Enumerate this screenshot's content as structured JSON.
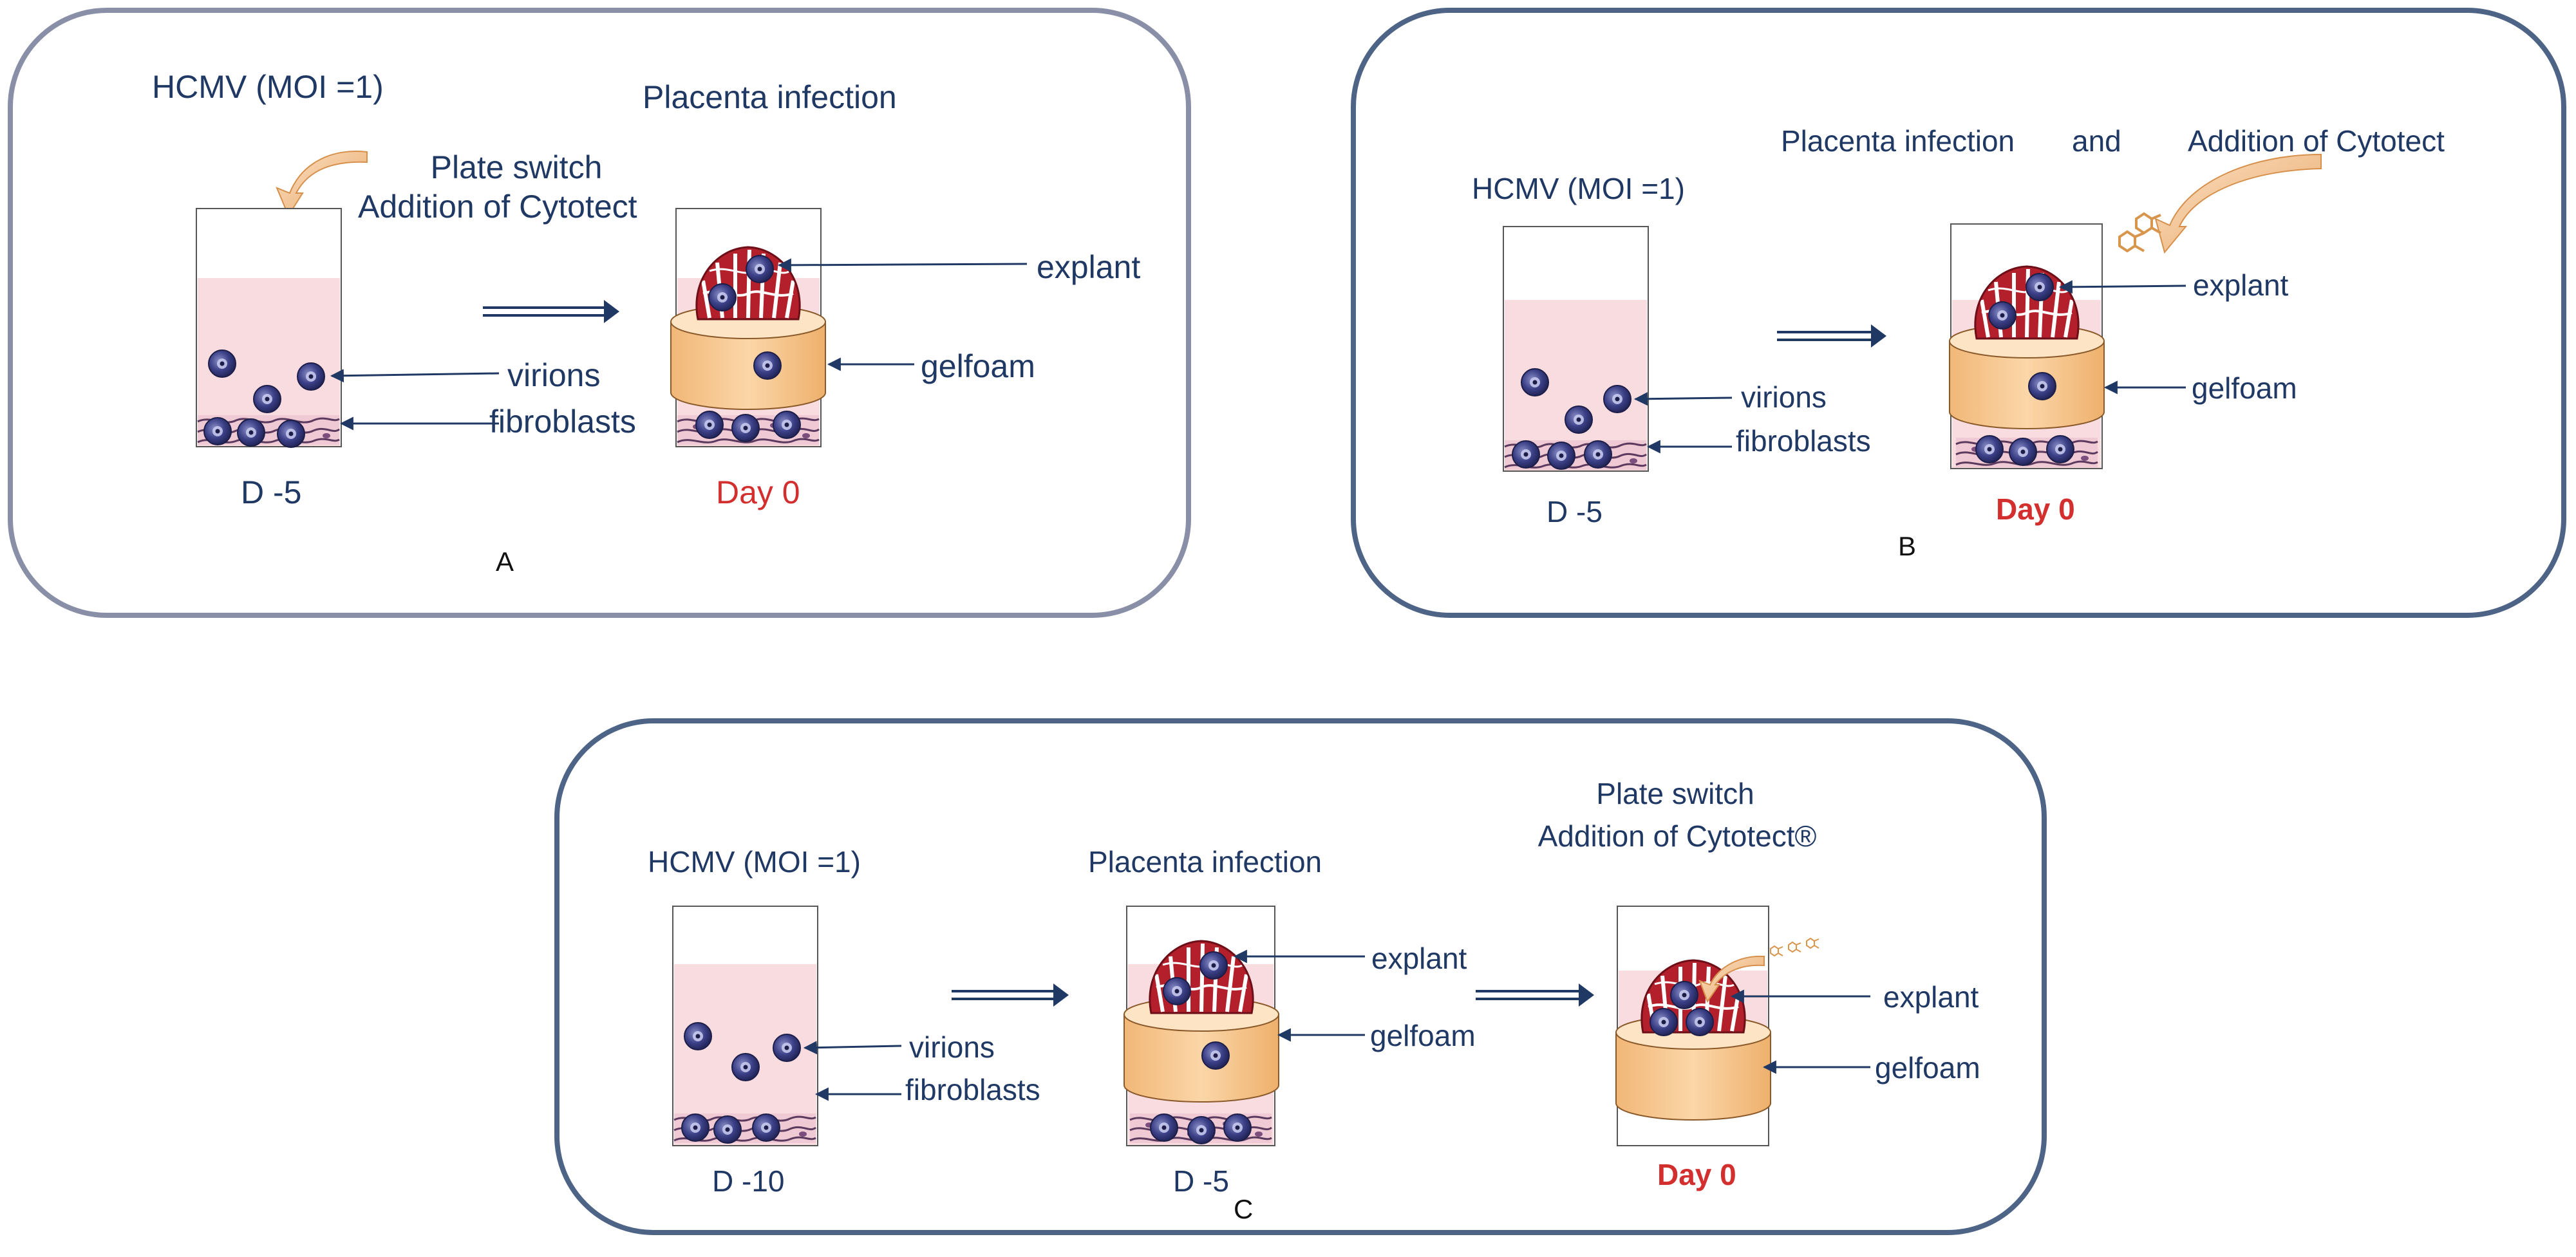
{
  "colors": {
    "panel_border_a": "#8a8fa8",
    "panel_border": "#4e6486",
    "text": "#1f3864",
    "day_red": "#d32f2f",
    "arrow": "#1f3864",
    "medium": "#f8dcdf",
    "gelfoam": "#f7c993",
    "curved_arrow": "#f3c38f",
    "virion": "#3b3f86"
  },
  "icons": [
    "curved-arrow-icon",
    "double-arrow-icon",
    "virion-icon",
    "explant-icon",
    "gelfoam-icon",
    "fibroblast-layer-icon",
    "cytotect-molecule-icon"
  ],
  "panels": {
    "a": {
      "letter": "A",
      "hcmv": "HCMV (MOI =1)",
      "placenta": "Placenta infection",
      "plate_switch": "Plate switch",
      "addition": "Addition of Cytotect",
      "explant": "explant",
      "gelfoam": "gelfoam",
      "virions": "virions",
      "fibroblasts": "fibroblasts",
      "d_minus": "D -5",
      "day0": "Day 0"
    },
    "b": {
      "letter": "B",
      "placenta": "Placenta infection",
      "and": "and",
      "addition": "Addition of Cytotect",
      "hcmv": "HCMV (MOI =1)",
      "explant": "explant",
      "gelfoam": "gelfoam",
      "virions": "virions",
      "fibroblasts": "fibroblasts",
      "d_minus": "D -5",
      "day0": "Day 0"
    },
    "c": {
      "letter": "C",
      "hcmv": "HCMV (MOI =1)",
      "placenta": "Placenta infection",
      "plate_switch": "Plate switch",
      "addition": "Addition of Cytotect®",
      "explant1": "explant",
      "gelfoam1": "gelfoam",
      "explant2": "explant",
      "gelfoam2": "gelfoam",
      "virions": "virions",
      "fibroblasts": "fibroblasts",
      "d_minus10": "D -10",
      "d_minus5": "D -5",
      "day0": "Day 0"
    }
  }
}
